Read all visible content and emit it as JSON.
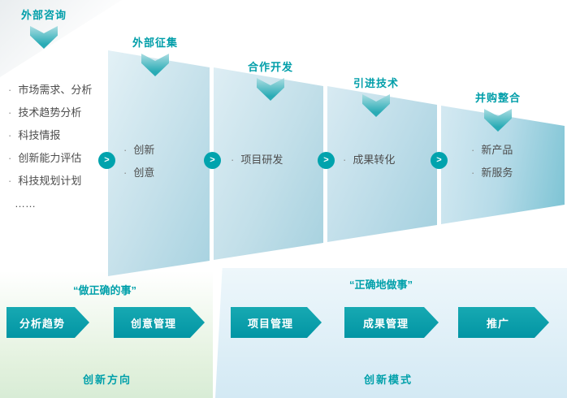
{
  "sources": [
    {
      "label": "外部咨询"
    },
    {
      "label": "外部征集"
    },
    {
      "label": "合作开发"
    },
    {
      "label": "引进技术"
    },
    {
      "label": "并购整合"
    }
  ],
  "input_list": {
    "items": [
      "市场需求、分析",
      "技术趋势分析",
      "科技情报",
      "创新能力评估",
      "科技规划计划",
      "……"
    ]
  },
  "funnel_stages": [
    {
      "items": [
        "创新",
        "创意"
      ]
    },
    {
      "items": [
        "项目研发"
      ]
    },
    {
      "items": [
        "成果转化"
      ]
    },
    {
      "items": [
        "新产品",
        "新服务"
      ]
    }
  ],
  "bottom_left": {
    "quote": "“做正确的事”",
    "steps": [
      "分析趋势",
      "创意管理"
    ],
    "caption": "创新方向"
  },
  "bottom_right": {
    "quote": "“正确地做事”",
    "steps": [
      "项目管理",
      "成果管理",
      "推广"
    ],
    "caption": "创新模式"
  },
  "icons": {
    "chevron": ">",
    "bullet": "·"
  },
  "colors": {
    "accent": "#00a3ad",
    "funnel_light": "#e3f1f6",
    "funnel_dark": "#74c0d1",
    "bottom_left_bg": "#d8ecd6",
    "bottom_right_bg": "#d3e9f4"
  }
}
